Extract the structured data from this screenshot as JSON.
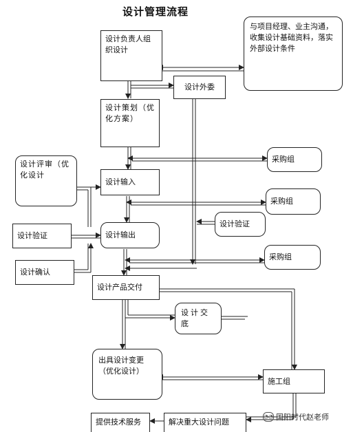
{
  "title": "设计管理流程",
  "boxes": {
    "design_lead": "设计负责人组织设计",
    "communicate": "与项目经理、业主沟通，收集设计基础资料，落实外部设计条件",
    "outsource": "设计外委",
    "planning": "设计策划（优化方案）",
    "review": "设计评审（优化设计",
    "purchase_1": "采购组",
    "input": "设计输入",
    "purchase_2": "采购组",
    "verify_right": "设计验证",
    "verify_left": "设计验证",
    "output": "设计输出",
    "purchase_3": "采购组",
    "confirm": "设计确认",
    "delivery": "设计产品交付",
    "briefing": "设计交底",
    "change": "出具设计变更（优化设计）",
    "construction": "施工组",
    "tech_service": "提供技术服务",
    "resolve": "解决重大设计问题"
  },
  "watermark": "国阳时代赵老师"
}
